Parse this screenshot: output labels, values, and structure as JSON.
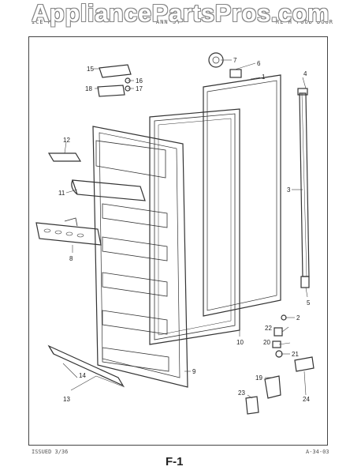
{
  "watermark": "AppliancePartsPros.com",
  "header": {
    "left": "ICE MO",
    "center": "ANN ST",
    "right": "RE'H FOOD DOOR"
  },
  "footer": {
    "issued": "ISSUED 3/36",
    "page": "F-1",
    "code": "A-34-03"
  },
  "callouts": [
    "1",
    "2",
    "3",
    "4",
    "5",
    "6",
    "7",
    "8",
    "9",
    "10",
    "11",
    "12",
    "13",
    "14",
    "15",
    "16",
    "17",
    "18",
    "19",
    "20",
    "21",
    "22",
    "23",
    "24"
  ]
}
